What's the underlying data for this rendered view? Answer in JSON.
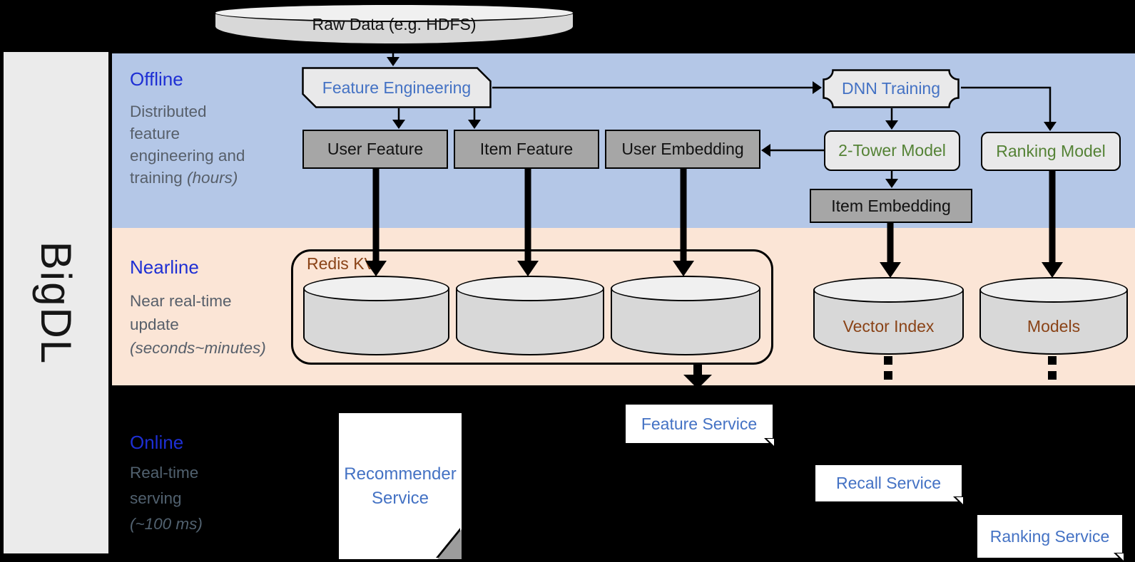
{
  "colors": {
    "band_offline": "#b4c7e7",
    "band_nearline": "#fbe5d6",
    "background": "#000000",
    "sidebar_fill": "#ebebeb",
    "section_title_blue": "#1e2fd4",
    "desc_gray": "#575f6a",
    "desc_gray_online": "#51616f",
    "label_blue": "#4472c4",
    "label_green": "#548235",
    "label_brown": "#8a4317",
    "gray_box_fill": "#a6a6a6",
    "light_box_fill": "#e9e9ea",
    "cylinder_body": "#d8d8d8",
    "cylinder_top": "#f0f0f0",
    "service_fill": "#ffffff",
    "arrow": "#000000"
  },
  "brand": {
    "label": "BigDL"
  },
  "raw_data": {
    "label": "Raw Data (e.g. HDFS)"
  },
  "sections": {
    "offline": {
      "title": "Offline",
      "desc_line1": "Distributed",
      "desc_line2": "feature",
      "desc_line3": "engineering and",
      "desc_line4_regular": "training ",
      "desc_line4_italic": "(hours)"
    },
    "nearline": {
      "title": "Nearline",
      "desc_line1": "Near real-time",
      "desc_line2": "update",
      "desc_line3_italic": "(seconds~minutes)"
    },
    "online": {
      "title": "Online",
      "desc_line1": "Real-time",
      "desc_line2": "serving",
      "desc_line3_italic": "(~100 ms)"
    }
  },
  "nodes": {
    "feature_engineering": "Feature Engineering",
    "dnn_training": "DNN Training",
    "user_feature": "User Feature",
    "item_feature": "Item Feature",
    "user_embedding": "User Embedding",
    "two_tower_model": "2-Tower Model",
    "ranking_model": "Ranking Model",
    "item_embedding": "Item Embedding",
    "redis_kv": "Redis KV",
    "vector_index": "Vector Index",
    "models": "Models",
    "recommender_service_line1": "Recommender",
    "recommender_service_line2": "Service",
    "feature_service": "Feature Service",
    "recall_service": "Recall Service",
    "ranking_service": "Ranking Service"
  }
}
